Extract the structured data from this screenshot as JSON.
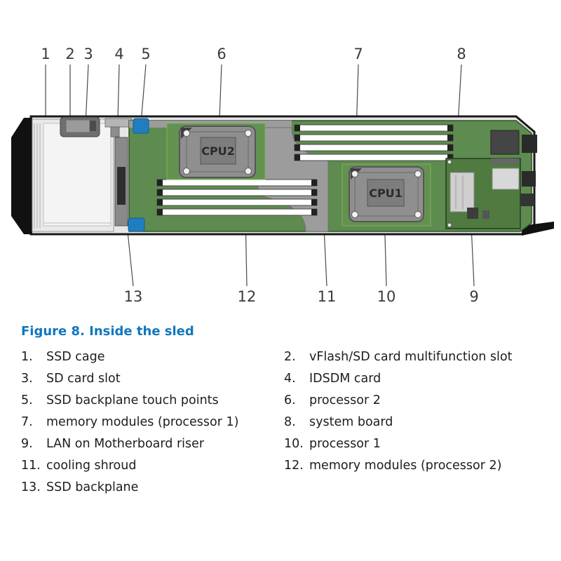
{
  "figure": {
    "caption": "Figure 8. Inside the sled"
  },
  "diagram": {
    "cpu1_label": "CPU1",
    "cpu2_label": "CPU2",
    "callouts_top": [
      "1",
      "2",
      "3",
      "4",
      "5",
      "6",
      "7",
      "8"
    ],
    "callouts_bottom": [
      "13",
      "12",
      "11",
      "10",
      "9"
    ]
  },
  "legend": {
    "left": [
      {
        "num": "1.",
        "label": "SSD cage"
      },
      {
        "num": "3.",
        "label": "SD card slot"
      },
      {
        "num": "5.",
        "label": "SSD backplane touch points"
      },
      {
        "num": "7.",
        "label": "memory modules (processor 1)"
      },
      {
        "num": "9.",
        "label": "LAN on Motherboard riser"
      },
      {
        "num": "11.",
        "label": "cooling shroud"
      },
      {
        "num": "13.",
        "label": "SSD backplane"
      }
    ],
    "right": [
      {
        "num": "2.",
        "label": "vFlash/SD card multifunction slot"
      },
      {
        "num": "4.",
        "label": "IDSDM card"
      },
      {
        "num": "6.",
        "label": "processor 2"
      },
      {
        "num": "8.",
        "label": "system board"
      },
      {
        "num": "10.",
        "label": "processor 1"
      },
      {
        "num": "12.",
        "label": "memory modules (processor 2)"
      }
    ]
  },
  "colors": {
    "caption_blue": "#0f77bd",
    "pcb_green": "#5e8b4f",
    "riser_green": "#4f7a40",
    "accent_blue": "#1f7ec0",
    "shroud_grey": "#9c9c9c"
  }
}
